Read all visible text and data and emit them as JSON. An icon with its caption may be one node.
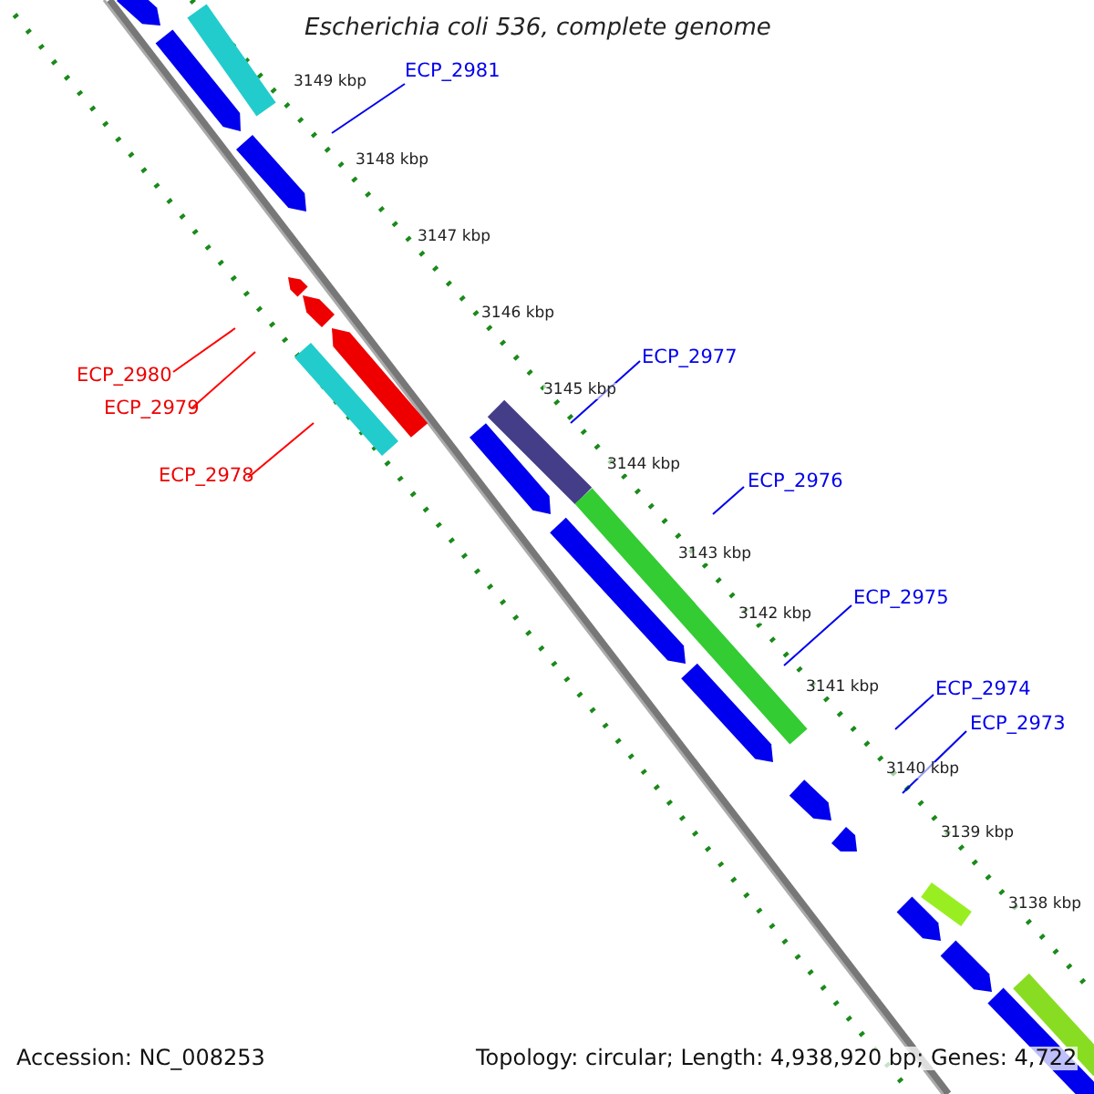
{
  "diagram": {
    "title": "Escherichia coli 536, complete genome",
    "nodes": [
      {
        "text": [
          "ECP_2981"
        ]
      },
      {
        "text": [
          "ECP_2977"
        ]
      },
      {
        "text": [
          "ECP_2980"
        ]
      },
      {
        "text": [
          "ECP_2979"
        ]
      },
      {
        "text": [
          "ECP_2978"
        ]
      },
      {
        "text": [
          "ECP_2976"
        ]
      },
      {
        "text": [
          "ECP_2975"
        ]
      },
      {
        "text": [
          "ECP_2974"
        ]
      },
      {
        "text": [
          "ECP_2973"
        ]
      }
    ],
    "edges": [
      {
        "from": 0,
        "to": null,
        "arrow": "none"
      },
      {
        "from": 1,
        "to": null,
        "arrow": "none"
      },
      {
        "from": 2,
        "to": null,
        "arrow": "none",
        "color": "#ff0000"
      },
      {
        "from": 3,
        "to": null,
        "arrow": "none",
        "color": "#ff0000"
      },
      {
        "from": 4,
        "to": null,
        "arrow": "none",
        "color": "#ff0000"
      },
      {
        "from": 5,
        "to": null,
        "arrow": "none"
      },
      {
        "from": 6,
        "to": null,
        "arrow": "none"
      },
      {
        "from": 7,
        "to": null,
        "arrow": "none"
      },
      {
        "from": 8,
        "to": null,
        "arrow": "none"
      }
    ],
    "labels": [
      "3149 kbp",
      "3148 kbp",
      "3147 kbp",
      "3146 kbp",
      "3145 kbp",
      "3144 kbp",
      "3143 kbp",
      "3142 kbp",
      "3141 kbp",
      "3140 kbp",
      "3139 kbp",
      "3138 kbp",
      "Accession: NC_008253",
      "Topology: circular; Length: 4,938,920 bp; Genes: 4,722"
    ]
  }
}
